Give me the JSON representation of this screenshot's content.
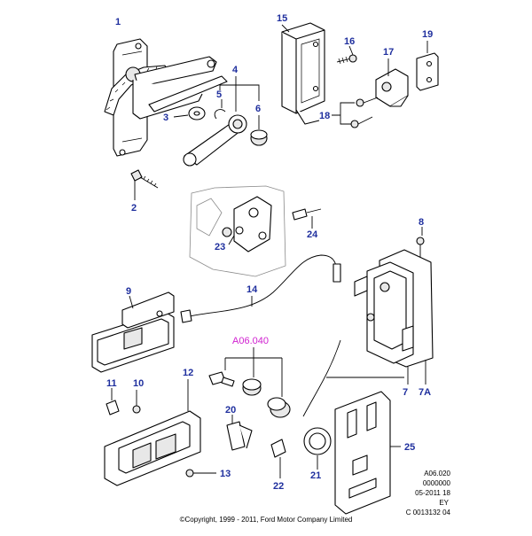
{
  "diagram": {
    "callouts": [
      "1",
      "2",
      "3",
      "4",
      "5",
      "6",
      "7",
      "7A",
      "8",
      "9",
      "10",
      "11",
      "12",
      "13",
      "14",
      "15",
      "16",
      "17",
      "18",
      "19",
      "20",
      "21",
      "22",
      "23",
      "24",
      "25"
    ],
    "reference_code": "A06.040",
    "info_block": {
      "line1": "A06.020",
      "line2": "0000000",
      "line3": "05-2011 18",
      "line4": "EY",
      "line5": "C 0013132 04"
    },
    "copyright": "©Copyright, 1999 - 2011, Ford Motor Company Limited"
  },
  "colors": {
    "callout_text": "#1f2f9e",
    "reference_text": "#d01fd0",
    "line_art": "#000000",
    "background": "#ffffff"
  }
}
